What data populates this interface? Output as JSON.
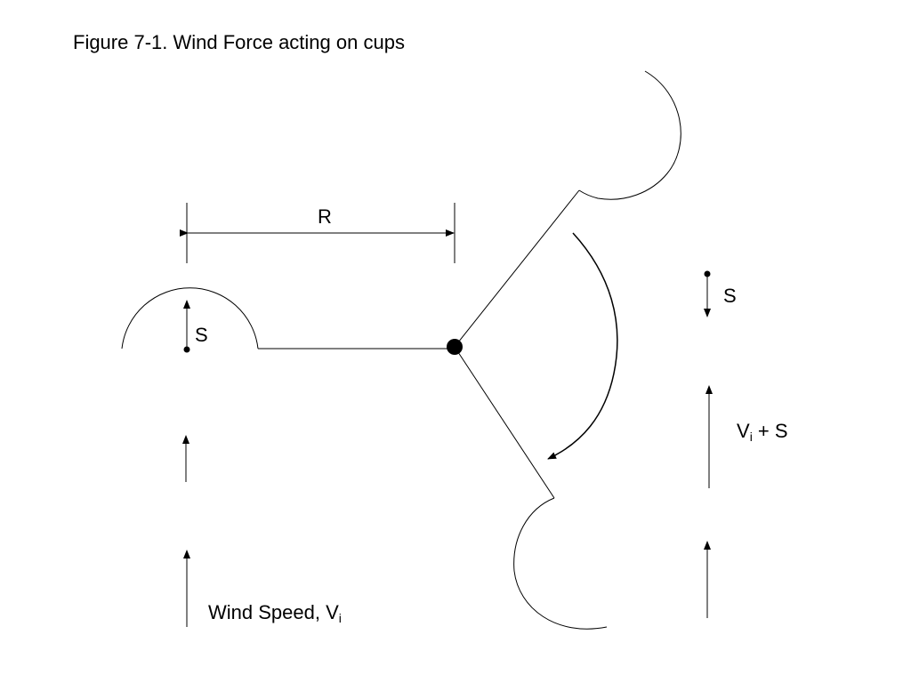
{
  "figure": {
    "title": "Figure 7-1. Wind Force acting on cups"
  },
  "labels": {
    "radius": "R",
    "cup_speed_left": "S",
    "cup_speed_right": "S",
    "relative_speed_main": "V",
    "relative_speed_sub": "i",
    "relative_speed_tail": " + S",
    "wind_speed_main": "Wind Speed, V",
    "wind_speed_sub": "i"
  },
  "colors": {
    "stroke": "#000000",
    "background": "#ffffff"
  }
}
